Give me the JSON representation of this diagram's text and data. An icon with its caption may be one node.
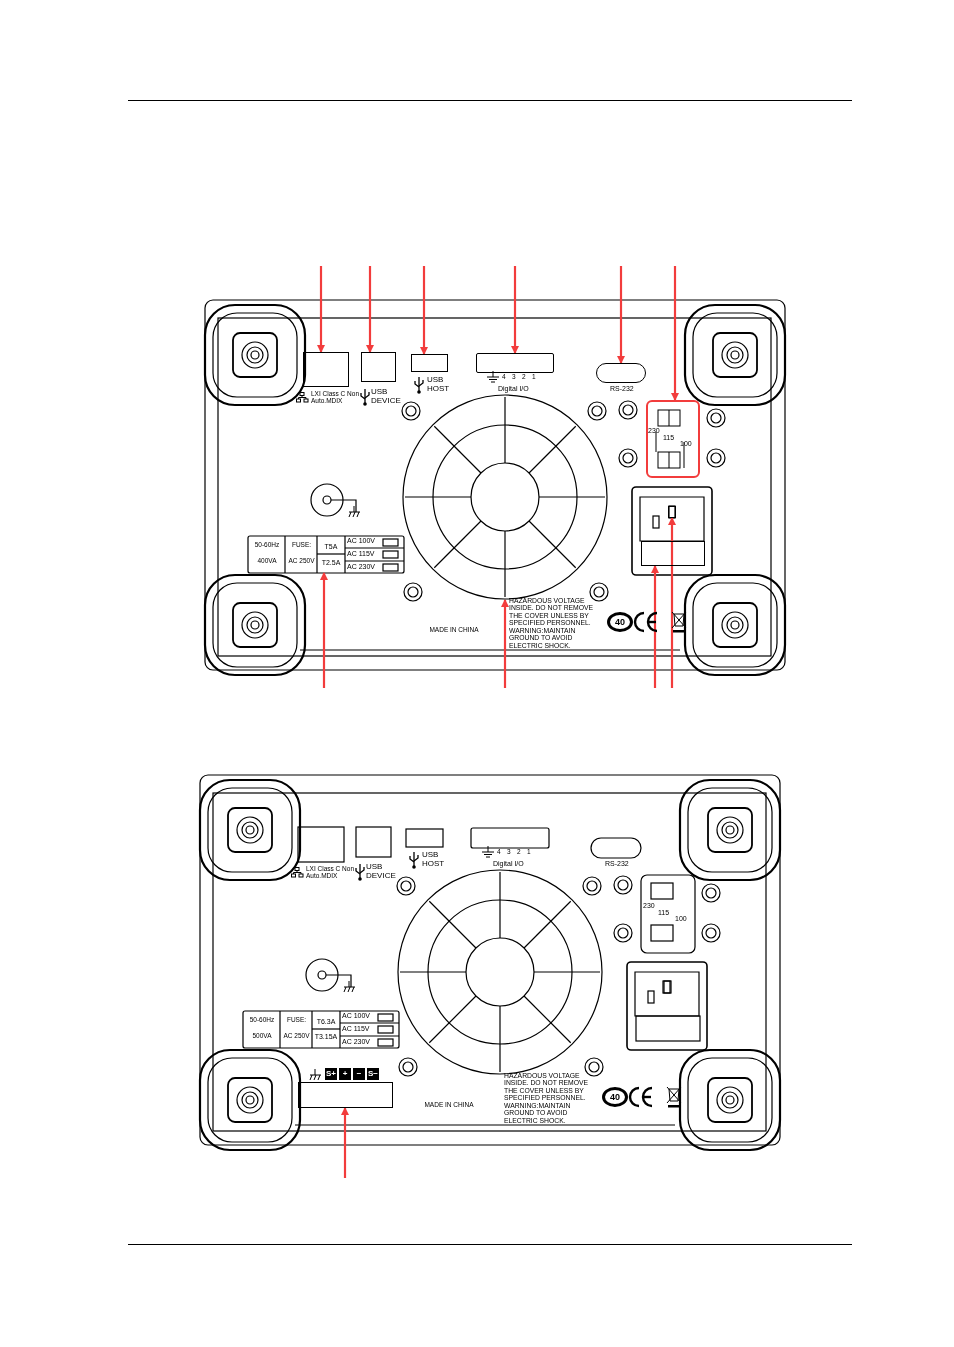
{
  "diagram": {
    "nodes": [
      {
        "text": [],
        "shape": "box"
      },
      {
        "text": [],
        "shape": "box"
      },
      {
        "text": [],
        "shape": "box"
      },
      {
        "text": [],
        "shape": "box"
      },
      {
        "text": [],
        "shape": "box"
      },
      {
        "text": [],
        "shape": "box"
      },
      {
        "text": [
          "T2.5A"
        ]
      },
      {
        "text": [],
        "shape": "circle"
      },
      {
        "text": [],
        "shape": "box"
      },
      {
        "text": [],
        "shape": "box"
      },
      {
        "text": [],
        "shape": "box",
        "beside": [
          "S+",
          "+",
          "−",
          "S−"
        ]
      }
    ],
    "edges": [
      {
        "from": null,
        "to": 0,
        "arrow": "to"
      },
      {
        "from": null,
        "to": 1,
        "arrow": "to"
      },
      {
        "from": null,
        "to": 2,
        "arrow": "to"
      },
      {
        "from": null,
        "to": 3,
        "arrow": "to"
      },
      {
        "from": null,
        "to": 4,
        "arrow": "to"
      },
      {
        "from": null,
        "to": 5,
        "arrow": "to"
      },
      {
        "from": null,
        "to": 6,
        "arrow": "to"
      },
      {
        "from": null,
        "to": 7,
        "arrow": "to"
      },
      {
        "from": null,
        "to": 8,
        "arrow": "to"
      },
      {
        "from": null,
        "to": 9,
        "arrow": "to"
      },
      {
        "from": null,
        "to": 10,
        "arrow": "to"
      }
    ],
    "labels": [
      "LXI Class C Non Auto.MDIX",
      "USB DEVICE",
      "USB HOST",
      "4",
      "3",
      "2",
      "1",
      "Digital I/O",
      "RS-232",
      "230",
      "115",
      "100",
      "50-60Hz",
      "FUSE:",
      "T5A",
      "AC 100V",
      "AC 115V",
      "400VA",
      "AC 250V",
      "AC 230V",
      "MADE IN CHINA",
      "HAZARDOUS VOLTAGE INSIDE. DO NOT REMOVE THE COVER UNLESS BY SPECIFIED PERSONNEL. WARNING:MAINTAIN GROUND TO AVOID ELECTRIC SHOCK.",
      "40",
      "LXI Class C Non Auto.MDIX",
      "USB DEVICE",
      "USB HOST",
      "4",
      "3",
      "2",
      "1",
      "Digital I/O",
      "RS-232",
      "230",
      "115",
      "100",
      "50-60Hz",
      "FUSE:",
      "T6.3A",
      "AC 100V",
      "AC 115V",
      "500VA",
      "AC 250V",
      "T3.15A",
      "AC 230V",
      "MADE IN CHINA",
      "HAZARDOUS VOLTAGE INSIDE. DO NOT REMOVE THE COVER UNLESS BY SPECIFIED PERSONNEL. WARNING:MAINTAIN GROUND TO AVOID ELECTRIC SHOCK.",
      "40"
    ]
  }
}
